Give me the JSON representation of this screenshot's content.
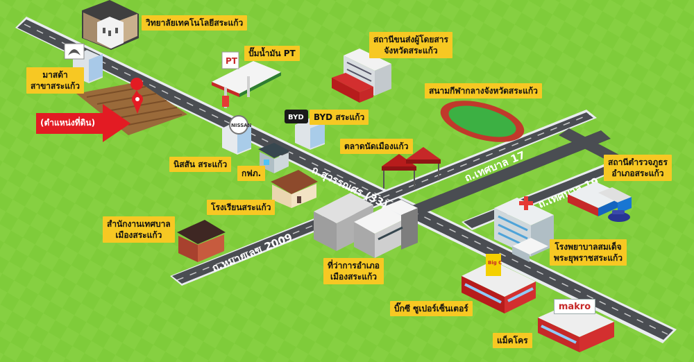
{
  "colors": {
    "grass": "#7fcc3a",
    "grass_tile": "#8bd245",
    "road": "#4a4d52",
    "road_edge": "#e9ecef",
    "label_bg": "#f7c823",
    "arrow": "#e31b23",
    "pin": "#e31b23"
  },
  "roads": {
    "suwannason": "ถ.สุวรรณศร (33)",
    "route2009": "ถ.หมายเลข 2009",
    "thesaban17": "ถ.เทศบาล 17",
    "thesaban19": "ถ.เทศบาล 19"
  },
  "marker": {
    "label": "(ตำแหน่งที่ดิน)",
    "icon": "map-pin-icon"
  },
  "places": {
    "tech_college": "วิทยาลัยเทคโนโลยีสระแก้ว",
    "pt_station": "ปั๊มน้ำมัน PT",
    "bus_terminal": "สถานีขนส่งผู้โดยสาร\nจังหวัดสระแก้ว",
    "mazda": "มาสด้า\nสาขาสระแก้ว",
    "stadium": "สนามกีฬากลางจังหวัดสระแก้ว",
    "byd": "BYD สระแก้ว",
    "market": "ตลาดนัดเมืองแก้ว",
    "nissan": "นิสสัน สระแก้ว",
    "egat": "กฟภ.",
    "police": "สถานีตำรวจภูธร\nอำเภอสระแก้ว",
    "school": "โรงเรียนสระแก้ว",
    "municipality": "สำนักงานเทศบาล\nเมืองสระแก้ว",
    "hospital": "โรงพยาบาลสมเด็จ\nพระยุพราชสระแก้ว",
    "district_office": "ที่ว่าการอำเภอ\nเมืองสระแก้ว",
    "bigc": "บิ๊กซี ซูเปอร์เซ็นเตอร์",
    "makro": "แม็คโคร"
  },
  "logos": {
    "byd": "BYD",
    "makro": "makro",
    "nissan": "NISSAN",
    "bigc": "Big C",
    "pt": "PT"
  }
}
